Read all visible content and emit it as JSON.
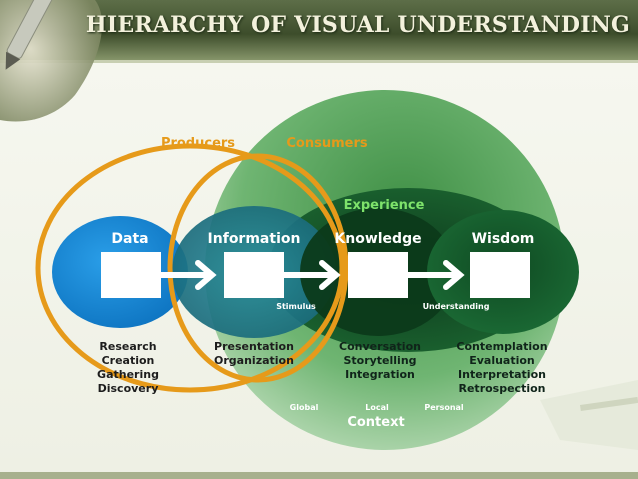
{
  "slide": {
    "title": "HIERARCHY OF VISUAL UNDERSTANDING"
  },
  "diagram": {
    "producers_label": "Producers",
    "consumers_label": "Consumers",
    "experience_label": "Experience",
    "context_label": "Context",
    "context_scale": [
      "Global",
      "Local",
      "Personal"
    ],
    "stages": [
      {
        "label": "Data",
        "items": [
          "Research",
          "Creation",
          "Gathering",
          "Discovery"
        ]
      },
      {
        "label": "Information",
        "items": [
          "Presentation",
          "Organization"
        ]
      },
      {
        "label": "Knowledge",
        "items": [
          "Conversation",
          "Storytelling",
          "Integration"
        ]
      },
      {
        "label": "Wisdom",
        "items": [
          "Contemplation",
          "Evaluation",
          "Interpretation",
          "Retrospection"
        ]
      }
    ],
    "transitions": [
      "Stimulus",
      "Understanding"
    ],
    "colors": {
      "data_blue": "#1188d8",
      "info_teal": "#1f7a8a",
      "knowledge_green": "#0f4a23",
      "wisdom_green": "#16602e",
      "context_green": "#4f9a55",
      "orange_ring": "#e69a1a",
      "experience_text": "#7ee36b"
    },
    "icons": [
      "pen-icon",
      "arrow-right-icon"
    ]
  }
}
